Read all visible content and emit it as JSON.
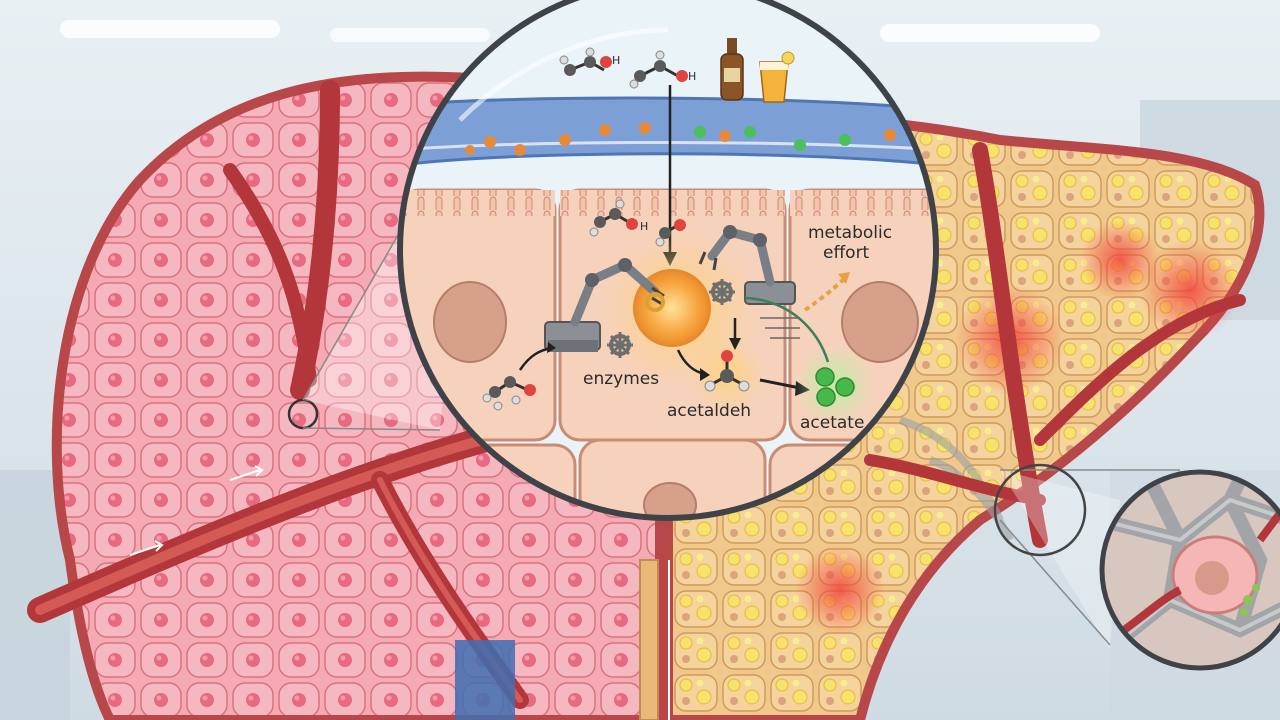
{
  "labels": {
    "enzymes": "enzymes",
    "acetaldehyde": "acetaldeh",
    "acetate": "acetate",
    "metabolic_line1": "metabolic",
    "metabolic_line2": "effort"
  },
  "atoms": {
    "hydroxyl_1": "H",
    "hydroxyl_2": "H",
    "hydroxyl_3": "H"
  },
  "colors": {
    "healthy_tissue": "#f4a9b3",
    "healthy_cell": "#f07f92",
    "fatty_tissue": "#f2c98d",
    "fat_droplet": "#f7e36c",
    "vessel": "#c2453f",
    "hepatocyte": "#f6d2bd",
    "nucleus": "#d6a08a",
    "enzyme_hub": "#f6a23c",
    "acetate_green": "#49b84a",
    "oxygen_red": "#e0443e",
    "blood_band": "#7c9fd6",
    "lab_background": "#dfe8ee"
  },
  "icons": [
    "ethanol-molecule-icon",
    "beer-bottle-icon",
    "beer-glass-icon",
    "robot-arm-icon",
    "gear-icon",
    "acetate-molecule-icon"
  ]
}
